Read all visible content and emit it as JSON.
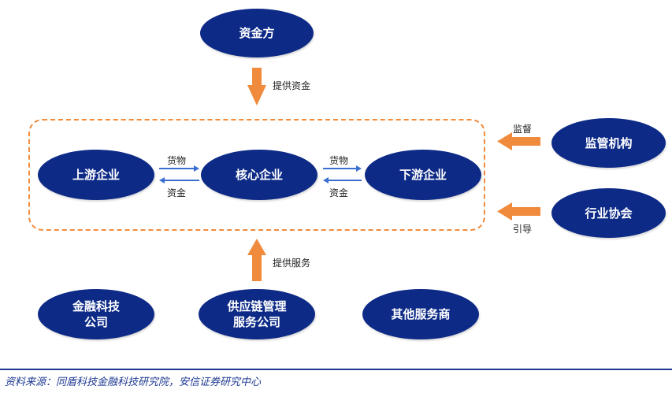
{
  "nodes": {
    "funder": "资金方",
    "upstream": "上游企业",
    "core": "核心企业",
    "downstream": "下游企业",
    "regulator": "监管机构",
    "association": "行业协会",
    "fintech_line1": "金融科技",
    "fintech_line2": "公司",
    "scm_line1": "供应链管理",
    "scm_line2": "服务公司",
    "other": "其他服务商"
  },
  "edges": {
    "provide_funds": "提供资金",
    "provide_services": "提供服务",
    "supervise": "监督",
    "guide": "引导",
    "goods_left": "货物",
    "funds_left": "资金",
    "goods_right": "货物",
    "funds_right": "资金"
  },
  "footer": {
    "source": "资料来源：同盾科技金融科技研究院，安信证券研究中心"
  },
  "colors": {
    "node_fill": "#0d2a86",
    "arrow_orange": "#f08a3c",
    "double_arrow_blue": "#3a6fd0"
  }
}
